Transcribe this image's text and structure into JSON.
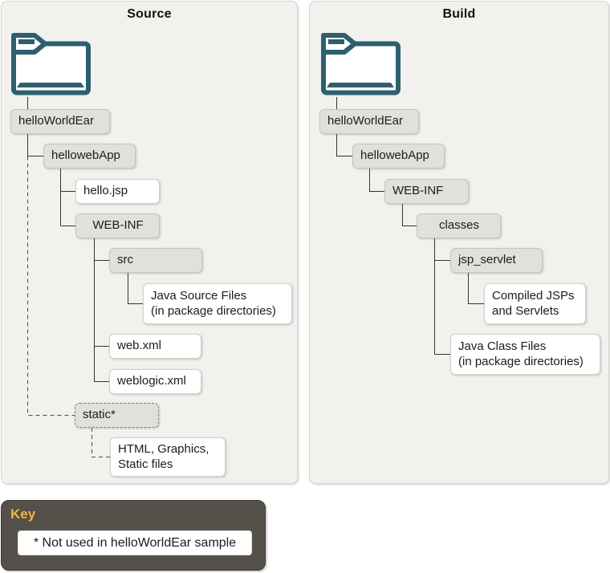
{
  "diagram": {
    "source": {
      "title": "Source",
      "nodes": {
        "helloWorldEar": "helloWorldEar",
        "hellowebApp": "hellowebApp",
        "hello_jsp": "hello.jsp",
        "web_inf": "WEB-INF",
        "src": "src",
        "java_source": "Java Source Files\n(in package directories)",
        "web_xml": "web.xml",
        "weblogic_xml": "weblogic.xml",
        "static_dir": "static*",
        "html_static": "HTML, Graphics,\nStatic files"
      }
    },
    "build": {
      "title": "Build",
      "nodes": {
        "helloWorldEar": "helloWorldEar",
        "hellowebApp": "hellowebApp",
        "web_inf": "WEB-INF",
        "classes": "classes",
        "jsp_servlet": "jsp_servlet",
        "compiled_jsps": "Compiled JSPs\nand Servlets",
        "java_class": "Java Class Files\n(in package directories)"
      }
    },
    "key": {
      "title": "Key",
      "note": "* Not used in helloWorldEar sample"
    },
    "colors": {
      "folder_icon": "#2d5f6e",
      "panel_background": "#f2f1ee",
      "node_gray_fill": "#e1e0db",
      "node_white_fill": "#ffffff",
      "connector_line": "#333333",
      "key_background": "#56504a",
      "key_title_text": "#f2b345"
    }
  }
}
